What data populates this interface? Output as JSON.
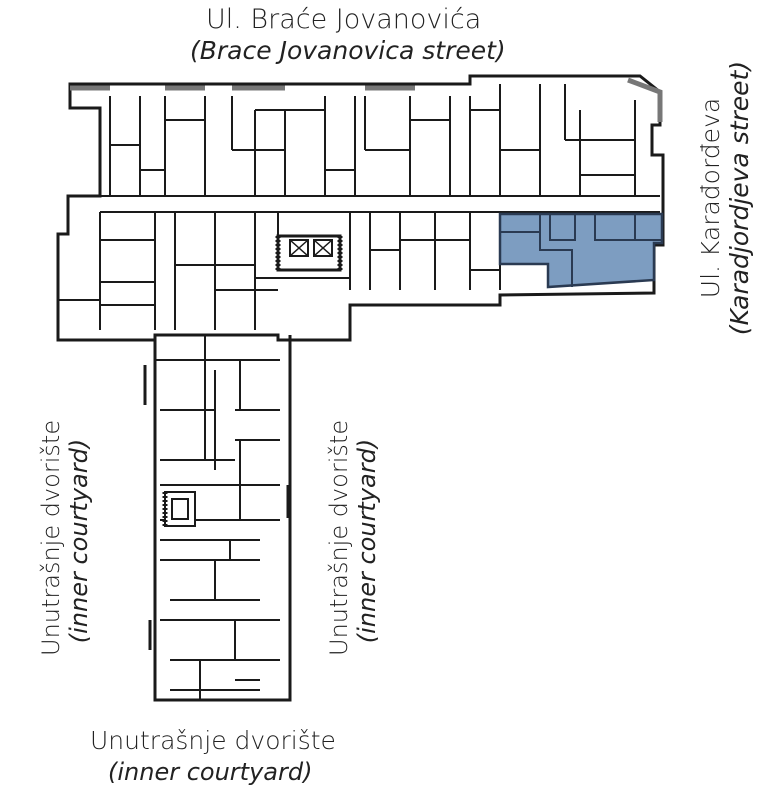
{
  "labels": {
    "top_street": "Ul. Braće Jovanovića",
    "top_street_en": "(Brace Jovanovica street)",
    "right_street": "Ul. Karađorđeva",
    "right_street_en": "(Karadjordjeva street)",
    "left_courtyard": "Unutrašnje dvorište",
    "left_courtyard_en": "(inner courtyard)",
    "middle_courtyard": "Unutrašnje dvorište",
    "middle_courtyard_en": "(inner courtyard)",
    "bottom_courtyard": "Unutrašnje dvorište",
    "bottom_courtyard_en": "(inner courtyard)"
  },
  "colors": {
    "wall": "#1a1a1a",
    "highlight_fill": "#7d9dc1",
    "highlight_stroke": "#2a3a52",
    "background": "#ffffff"
  }
}
